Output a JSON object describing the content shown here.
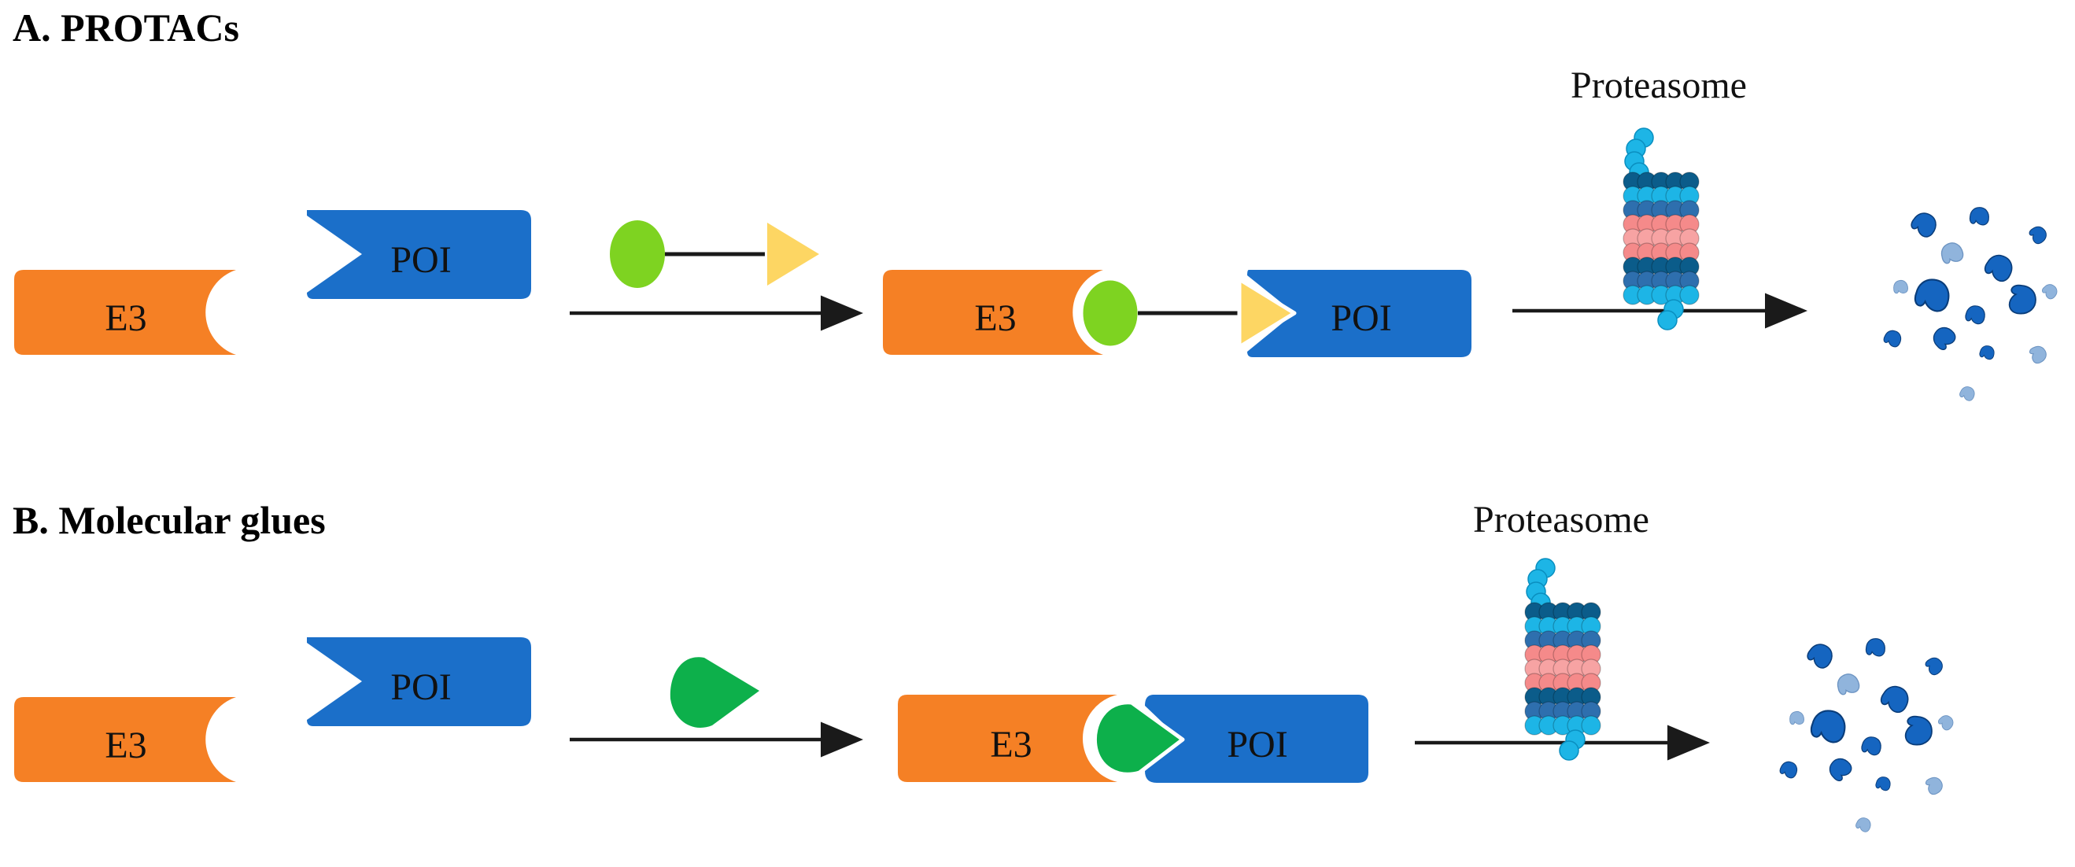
{
  "panels": {
    "a": {
      "title": "A. PROTACs",
      "e3_label": "E3",
      "poi_label": "POI",
      "complex_e3_label": "E3",
      "complex_poi_label": "POI",
      "proteasome_label": "Proteasome"
    },
    "b": {
      "title": "B. Molecular glues",
      "e3_label": "E3",
      "poi_label": "POI",
      "complex_e3_label": "E3",
      "complex_poi_label": "POI",
      "proteasome_label": "Proteasome"
    }
  },
  "colors": {
    "e3": "#F58025",
    "poi": "#1B6FC9",
    "protac_ligand": "#7ED321",
    "protac_warhead": "#FDD663",
    "glue": "#0DB04B",
    "arrow": "#1a1a1a",
    "proteasome_light": "#1DB5E6",
    "proteasome_dark": "#0B5C8A",
    "proteasome_pink": "#F58A8A",
    "fragment_dark": "#1565C0",
    "fragment_light": "#90B4DC"
  }
}
